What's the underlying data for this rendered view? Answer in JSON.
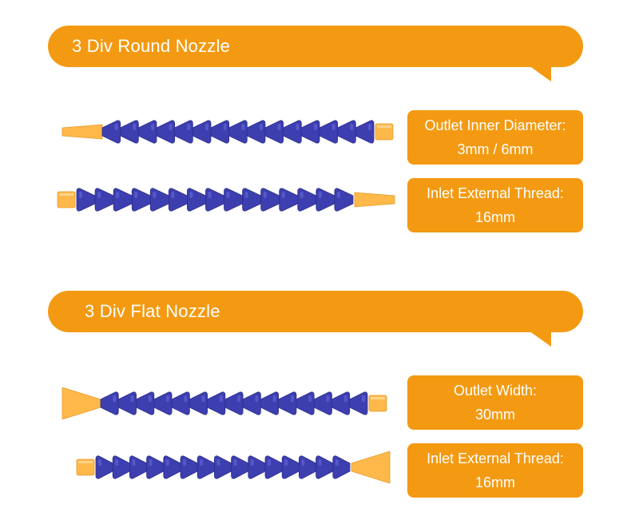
{
  "sections": [
    {
      "title": "3 Div Round Nozzle",
      "specs": [
        {
          "line1": "Outlet Inner Diameter:",
          "line2": "3mm / 6mm"
        },
        {
          "line1": "Inlet External Thread:",
          "line2": "16mm"
        }
      ]
    },
    {
      "title": "3 Div Flat Nozzle",
      "specs": [
        {
          "line1": "Outlet Width:",
          "line2": "30mm"
        },
        {
          "line1": "Inlet External Thread:",
          "line2": "16mm"
        }
      ]
    }
  ],
  "colors": {
    "accent": "#f39a12",
    "hose_blue": "#3d3fb0",
    "hose_blue_light": "#5a5fd0",
    "fitting_orange": "#ffb84a"
  }
}
